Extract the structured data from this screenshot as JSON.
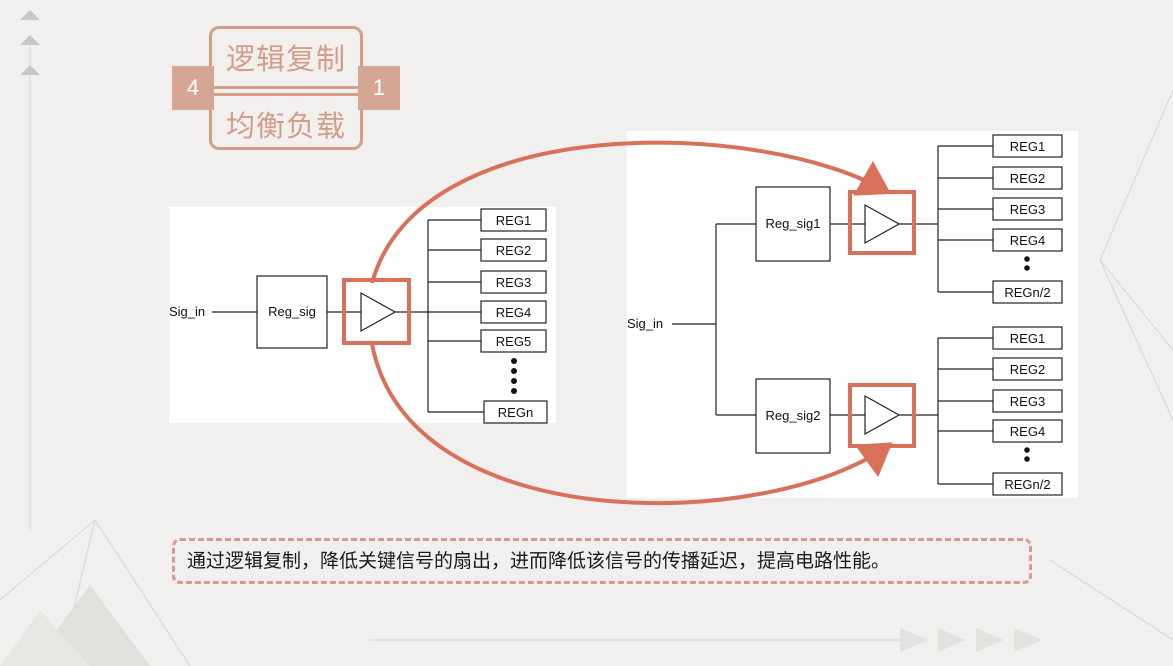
{
  "title": {
    "top_text": "逻辑复制",
    "bottom_text": "均衡负载",
    "left_number": "4",
    "right_number": "1"
  },
  "left_diagram": {
    "input_label": "Sig_in",
    "register_label": "Reg_sig",
    "outputs": [
      "REG1",
      "REG2",
      "REG3",
      "REG4",
      "REG5",
      "REGn"
    ]
  },
  "right_diagram": {
    "input_label": "Sig_in",
    "upper_register_label": "Reg_sig1",
    "lower_register_label": "Reg_sig2",
    "upper_outputs": [
      "REG1",
      "REG2",
      "REG3",
      "REG4",
      "REGn/2"
    ],
    "lower_outputs": [
      "REG1",
      "REG2",
      "REG3",
      "REG4",
      "REGn/2"
    ]
  },
  "summary": "通过逻辑复制，降低关键信号的扇出，进而降低该信号的传播延迟，提高电路性能。",
  "colors": {
    "accent": "#d39d8a",
    "highlight": "#d9705a",
    "background": "#f1f0ee"
  }
}
